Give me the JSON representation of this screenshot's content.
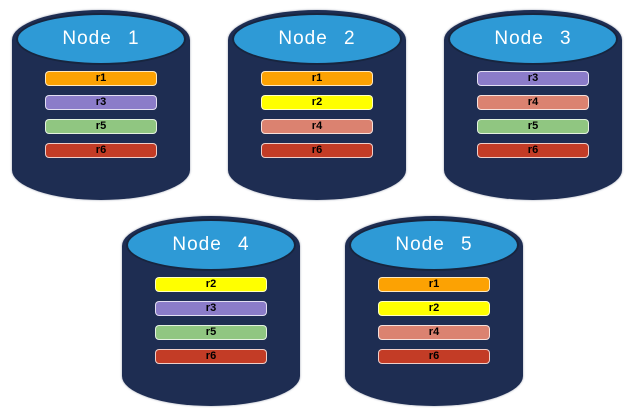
{
  "colors": {
    "cylinder_body": "#1E2D52",
    "cylinder_top": "#2E9AD6",
    "cylinder_top_border": "#17253F",
    "title_text": "#FFFFFF",
    "bar_text": "#000000"
  },
  "replica_colors": {
    "r1": "#FCA203",
    "r2": "#FFFF00",
    "r3": "#8B7CC9",
    "r4": "#DB8270",
    "r5": "#90C681",
    "r6": "#C33C26"
  },
  "nodes": [
    {
      "label": "Node 1",
      "replicas": [
        "r1",
        "r3",
        "r5",
        "r6"
      ]
    },
    {
      "label": "Node 2",
      "replicas": [
        "r1",
        "r2",
        "r4",
        "r6"
      ]
    },
    {
      "label": "Node 3",
      "replicas": [
        "r3",
        "r4",
        "r5",
        "r6"
      ]
    },
    {
      "label": "Node 4",
      "replicas": [
        "r2",
        "r3",
        "r5",
        "r6"
      ]
    },
    {
      "label": "Node 5",
      "replicas": [
        "r1",
        "r2",
        "r4",
        "r6"
      ]
    }
  ]
}
